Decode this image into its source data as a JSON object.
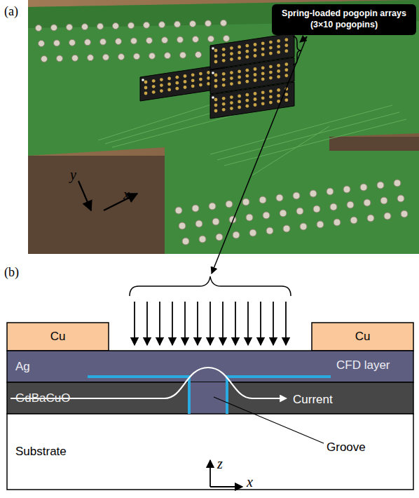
{
  "diagram": {
    "nodes": [
      {
        "text": [
          "Spring-loaded pogopin arrays (3×10 pogopins)"
        ]
      },
      {
        "text": [
          "Cu"
        ]
      },
      {
        "text": [
          "Cu"
        ]
      },
      {
        "text": [
          "Ag"
        ]
      },
      {
        "text": [
          "GdBaCuO"
        ]
      },
      {
        "text": [
          "Substrate"
        ]
      }
    ],
    "labels": [
      "(a)",
      "y",
      "x",
      "(b)",
      "CFD layer",
      "Current",
      "Groove",
      "z",
      "x"
    ]
  }
}
